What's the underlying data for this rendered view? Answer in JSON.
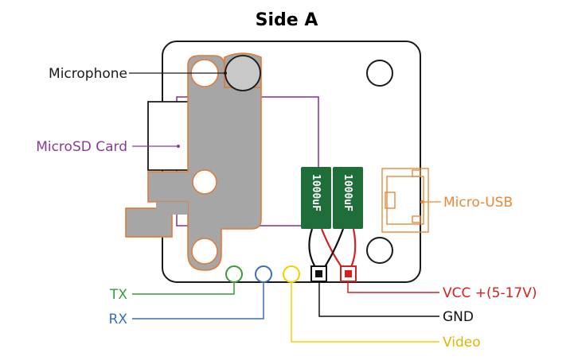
{
  "title": "Side A",
  "labels": {
    "microphone": "Microphone",
    "microsd": "MicroSD Card",
    "tx": "TX",
    "rx": "RX",
    "micro_usb": "Micro-USB",
    "vcc": "VCC +(5-17V)",
    "gnd": "GND",
    "video": "Video"
  },
  "capacitors": [
    "1000uF",
    "1000uF"
  ],
  "colors": {
    "board_outline": "#1a1a1a",
    "bracket_fill": "#a6a6a6",
    "bracket_edge": "#e07b39",
    "microsd": "#8a3b99",
    "tx": "#3a9a3a",
    "rx": "#3a6fb5",
    "video": "#f2d000",
    "vcc": "#d62020",
    "gnd": "#111111",
    "micro_usb": "#e58a3a",
    "capacitor": "#1f6e3a"
  }
}
